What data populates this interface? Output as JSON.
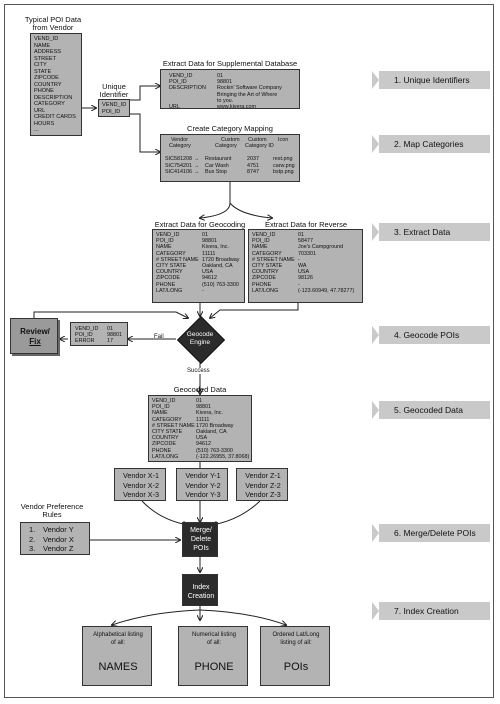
{
  "typical_poi": {
    "title_line1": "Typical POI Data",
    "title_line2": "from Vendor",
    "fields": [
      "VEND_ID",
      "NAME",
      "ADDRESS",
      "STREET",
      "CITY",
      "STATE",
      "ZIPCODE",
      "COUNTRY",
      "PHONE",
      "DESCRIPTION",
      "CATEGORY",
      "URL",
      "CREDIT CARDS",
      "HOURS",
      "..."
    ]
  },
  "unique_identifier": {
    "title_line1": "Unique",
    "title_line2": "Identifier",
    "fields": [
      "VEND_ID",
      "POI_ID"
    ]
  },
  "supplemental": {
    "title": "Extract Data for Supplemental Database",
    "rows": [
      {
        "k": "VEND_ID",
        "v": "01"
      },
      {
        "k": "POI_ID",
        "v": "98801"
      },
      {
        "k": "DESCRIPTION",
        "v": "Rockin' Software Company"
      },
      {
        "k": "",
        "v": "Bringing the Art of Where"
      },
      {
        "k": "",
        "v": "to you."
      },
      {
        "k": "URL",
        "v": "www.kivera.com"
      }
    ]
  },
  "category_mapping": {
    "title": "Create Category Mapping",
    "headers": [
      "Vendor",
      "Custom",
      "Custom",
      "Icon"
    ],
    "headers2": [
      "Category",
      "Category",
      "Category ID",
      ""
    ],
    "rows": [
      {
        "vendor": "SIC581208",
        "custom": "Restaurant",
        "id": "2037",
        "icon": "rest.png"
      },
      {
        "vendor": "SIC754201",
        "custom": "Car Wash",
        "id": "4751",
        "icon": "carw.png"
      },
      {
        "vendor": "SIC414106",
        "custom": "Bus Stop",
        "id": "8747",
        "icon": "bstp.png"
      }
    ]
  },
  "geocoding": {
    "title": "Extract Data for Geocoding",
    "rows": [
      {
        "k": "VEND_ID",
        "v": "01"
      },
      {
        "k": "POI_ID",
        "v": "98801"
      },
      {
        "k": "NAME",
        "v": "Kivera, Inc."
      },
      {
        "k": "CATEGORY",
        "v": "11111"
      },
      {
        "k": "# STREET NAME",
        "v": "1720 Broadway"
      },
      {
        "k": "CITY STATE",
        "v": "Oakland, CA"
      },
      {
        "k": "COUNTRY",
        "v": "USA"
      },
      {
        "k": "ZIPCODE",
        "v": "94612"
      },
      {
        "k": "PHONE",
        "v": "(510) 763-3300"
      },
      {
        "k": "LAT/LONG",
        "v": "-"
      }
    ]
  },
  "reverse_geocoding": {
    "title": "Extract Data for Reverse Geocoding",
    "rows": [
      {
        "k": "VEND_ID",
        "v": "01"
      },
      {
        "k": "POI_ID",
        "v": "58477"
      },
      {
        "k": "NAME",
        "v": "Joe's Campground"
      },
      {
        "k": "CATEGORY",
        "v": "703301"
      },
      {
        "k": "# STREET NAME",
        "v": "-"
      },
      {
        "k": "CITY STATE",
        "v": "WA"
      },
      {
        "k": "COUNTRY",
        "v": "USA"
      },
      {
        "k": "ZIPCODE",
        "v": "98126"
      },
      {
        "k": "PHONE",
        "v": "-"
      },
      {
        "k": "LAT/LONG",
        "v": "(-123.60949, 47.78277)"
      }
    ]
  },
  "review": {
    "line1": "Review/",
    "line2": "Fix"
  },
  "error_box": {
    "rows": [
      {
        "k": "VEND_ID",
        "v": "01"
      },
      {
        "k": "POI_ID",
        "v": "98801"
      },
      {
        "k": "ERROR",
        "v": "17"
      }
    ]
  },
  "geocode_engine": {
    "line1": "Geocode",
    "line2": "Engine",
    "fail": "Fail",
    "success": "Success"
  },
  "geocoded": {
    "title": "Geocoded Data",
    "rows": [
      {
        "k": "VEND_ID",
        "v": "01"
      },
      {
        "k": "POI_ID",
        "v": "98801"
      },
      {
        "k": "NAME",
        "v": "Kivera, Inc."
      },
      {
        "k": "CATEGORY",
        "v": "11111"
      },
      {
        "k": "# STREET NAME",
        "v": "1720 Broadway"
      },
      {
        "k": "CITY STATE",
        "v": "Oakland, CA"
      },
      {
        "k": "COUNTRY",
        "v": "USA"
      },
      {
        "k": "ZIPCODE",
        "v": "94612"
      },
      {
        "k": "PHONE",
        "v": "(510) 763-3300"
      },
      {
        "k": "LAT/LONG",
        "v": "(-122.26955, 37.8068)"
      }
    ]
  },
  "vendors": [
    {
      "lines": [
        "Vendor X-1",
        "Vendor X-2",
        "Vendor X-3"
      ]
    },
    {
      "lines": [
        "Vendor Y-1",
        "Vendor Y-2",
        "Vendor Y-3"
      ]
    },
    {
      "lines": [
        "Vendor Z-1",
        "Vendor Z-2",
        "Vendor Z-3"
      ]
    }
  ],
  "preference": {
    "title_line1": "Vendor Preference",
    "title_line2": "Rules",
    "items": [
      {
        "n": "1.",
        "v": "Vendor Y"
      },
      {
        "n": "2.",
        "v": "Vendor X"
      },
      {
        "n": "3.",
        "v": "Vendor Z"
      }
    ]
  },
  "merge": {
    "line1": "Merge/",
    "line2": "Delete",
    "line3": "POIs"
  },
  "index": {
    "line1": "Index",
    "line2": "Creation"
  },
  "outputs": [
    {
      "line1": "Alphabetical listing",
      "line2": "of all:",
      "big": "NAMES"
    },
    {
      "line1": "Numerical listing",
      "line2": "of all:",
      "big": "PHONE"
    },
    {
      "line1": "Ordered Lat/Long",
      "line2": "listing of all:",
      "big": "POIs"
    }
  ],
  "steps": [
    "1. Unique Identifiers",
    "2. Map Categories",
    "3. Extract Data",
    "4. Geocode POIs",
    "5. Geocoded Data",
    "6. Merge/Delete POIs",
    "7. Index Creation"
  ],
  "colors": {
    "box_gray": "#b3b3b3",
    "dark_box": "#2b2b2b",
    "step_band": "#c9c9c9"
  }
}
